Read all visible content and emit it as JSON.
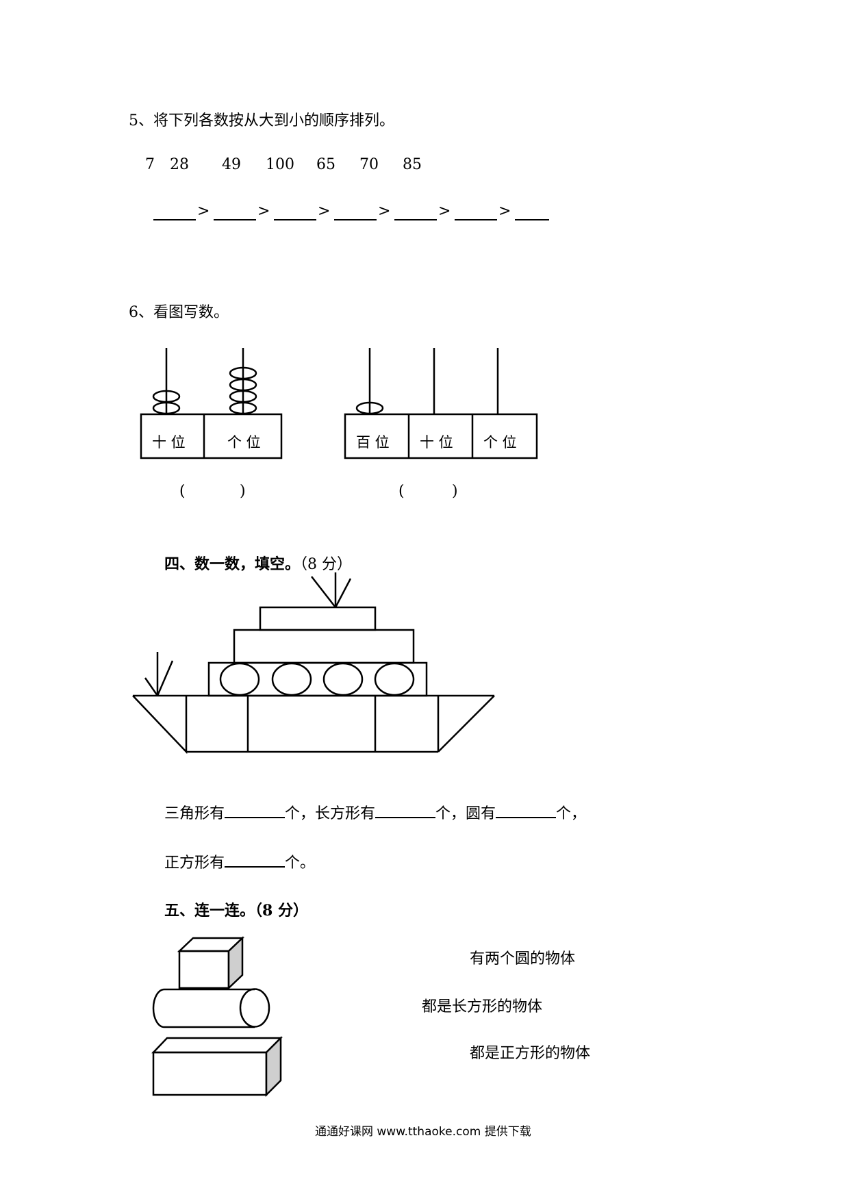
{
  "q5": {
    "title": "5、将下列各数按从大到小的顺序排列。",
    "numbers": [
      "7",
      "28",
      "49",
      "100",
      "65",
      "70",
      "85"
    ],
    "gt": ">"
  },
  "q6": {
    "title": "6、看图写数。",
    "abacus1": {
      "labels": [
        "十 位",
        "个 位"
      ],
      "beads": [
        2,
        4
      ]
    },
    "abacus2": {
      "labels": [
        "百 位",
        "十 位",
        "个 位"
      ],
      "beads": [
        1,
        0,
        0
      ]
    },
    "paren_open": "(",
    "paren_close": ")"
  },
  "s4": {
    "heading": "四、数一数，填空。",
    "points": "（8 分）",
    "fill1_a": "三角形有",
    "fill1_b": "个，长方形有",
    "fill1_c": "个，圆有",
    "fill1_d": "个，",
    "fill2_a": "正方形有",
    "fill2_b": "个。"
  },
  "s5": {
    "heading": "五、连一连。（8 分）",
    "options": [
      "有两个圆的物体",
      "都是长方形的物体",
      "都是正方形的物体"
    ]
  },
  "footer": "通通好课网  www.tthaoke.com  提供下载"
}
